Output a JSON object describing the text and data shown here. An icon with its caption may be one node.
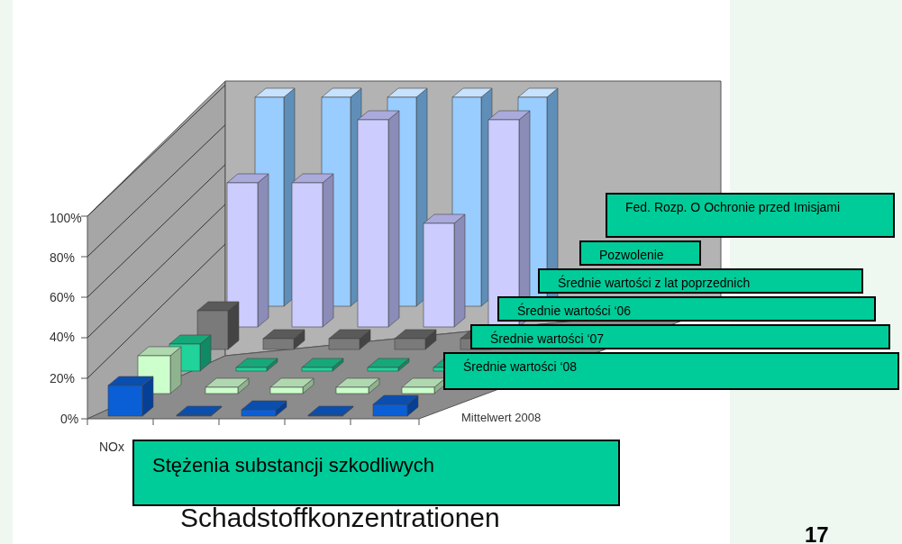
{
  "diagram": {
    "nodes": [
      {
        "text": [
          "Fed. Rozp. O Ochronie przed Imisjami"
        ]
      },
      {
        "text": [
          "Pozwolenie"
        ]
      },
      {
        "text": [
          "Średnie wartości z lat poprzednich"
        ]
      },
      {
        "text": [
          "Średnie wartości ‘06"
        ]
      },
      {
        "text": [
          "Średnie wartości ‘07"
        ]
      },
      {
        "text": [
          "Średnie wartości ‘08"
        ]
      },
      {
        "text": [
          "Stężenia substancji szkodliwych"
        ]
      }
    ],
    "labels": [
      "100%",
      "80%",
      "60%",
      "40%",
      "20%",
      "0%",
      "NOx",
      "Mittelwert 2008",
      "Schadstoffkonzentrationen",
      "17"
    ]
  }
}
